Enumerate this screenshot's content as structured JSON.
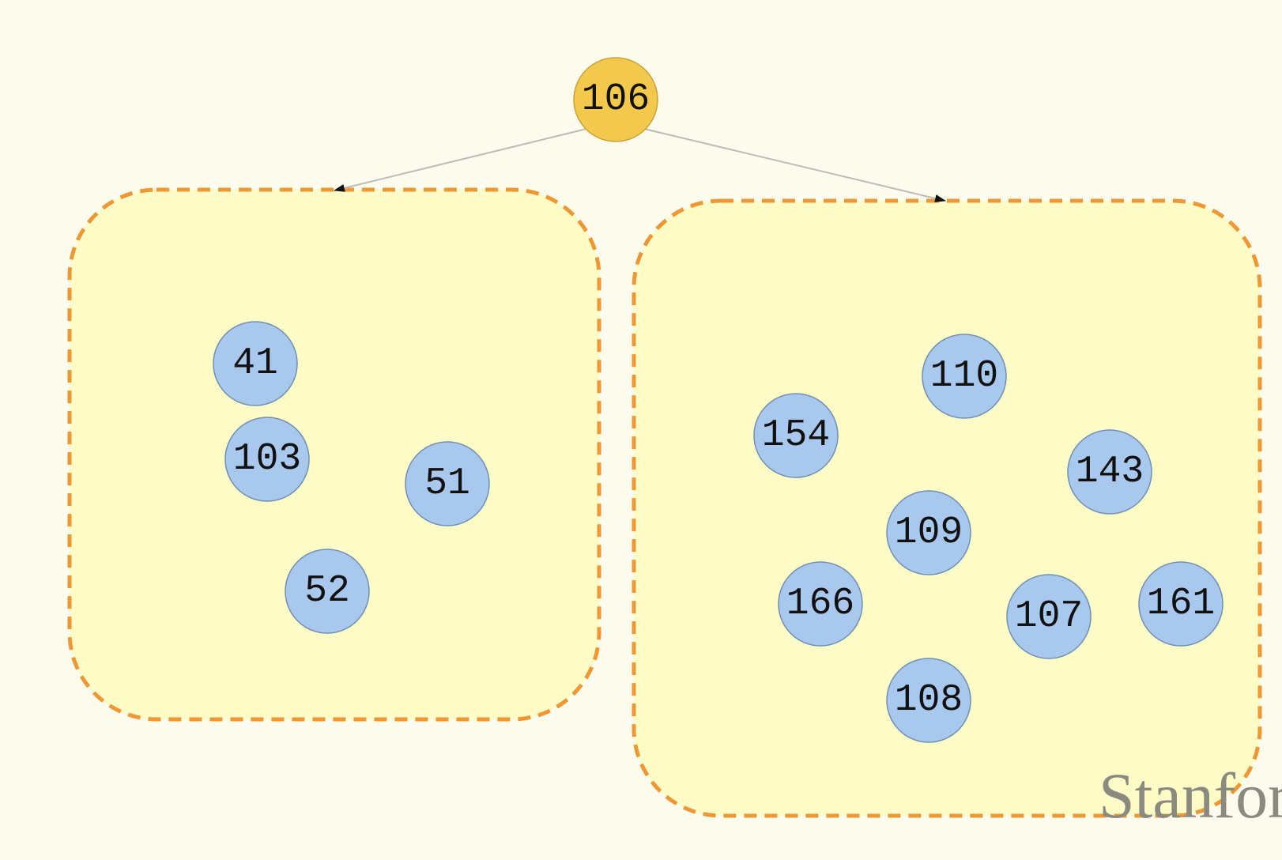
{
  "root": {
    "label": "106",
    "color": "#f2c94c"
  },
  "left_group": {
    "nodes": [
      "41",
      "103",
      "51",
      "52"
    ]
  },
  "right_group": {
    "nodes": [
      "110",
      "154",
      "143",
      "109",
      "166",
      "107",
      "161",
      "108"
    ]
  },
  "colors": {
    "background": "#fcfcee",
    "group_fill": "#fdfcc6",
    "group_border": "#ee9733",
    "node_fill": "#a9c8ee",
    "node_stroke": "#6f8fb3",
    "edge": "#bdbdb3"
  },
  "watermark": "Stanfor"
}
